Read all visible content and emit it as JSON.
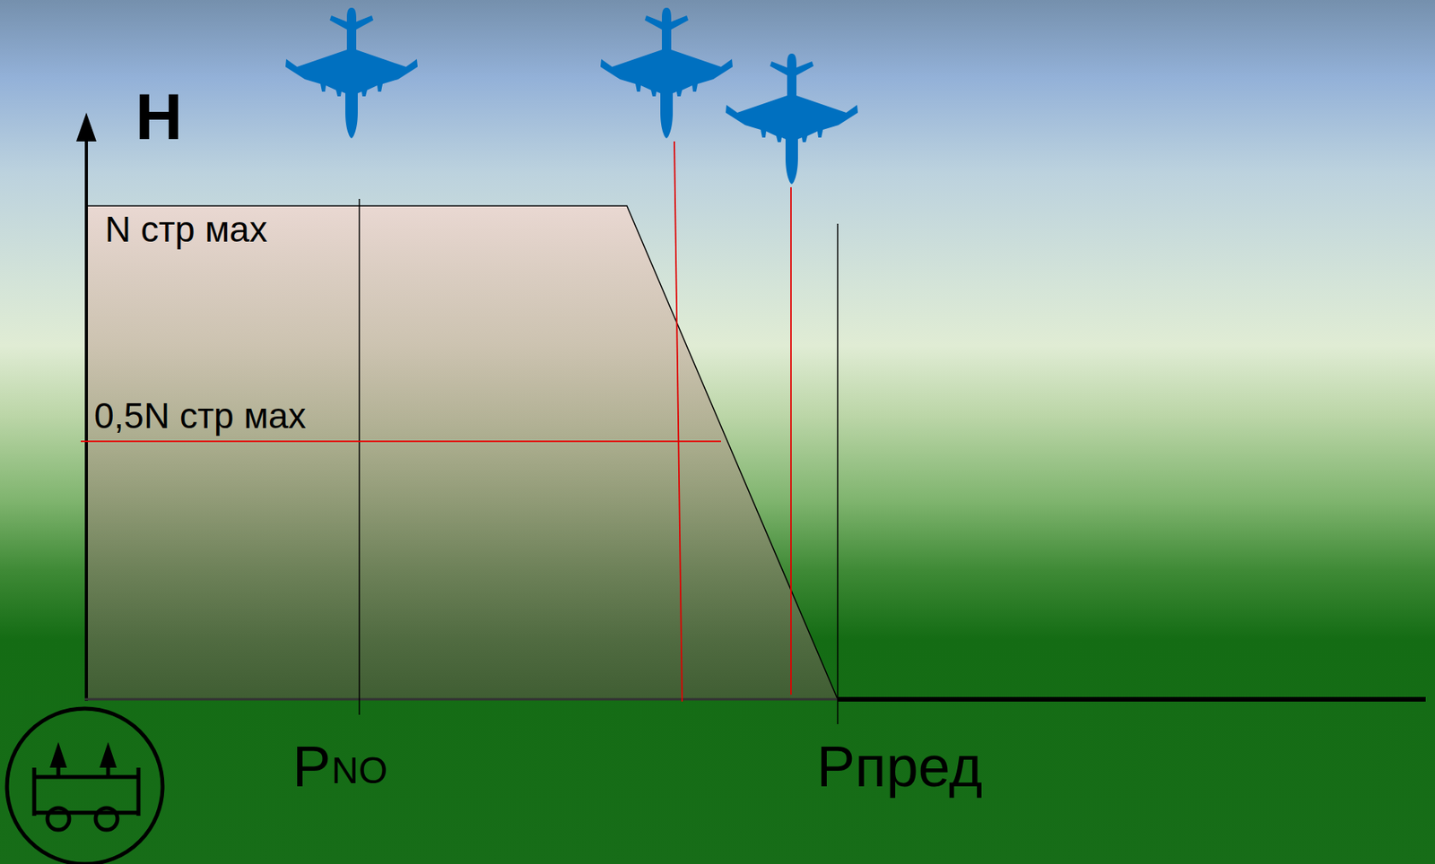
{
  "diagram": {
    "labels": [
      "H",
      "N стр мах",
      "0,5N стр мах",
      "P",
      "NO",
      "Pпред"
    ]
  }
}
